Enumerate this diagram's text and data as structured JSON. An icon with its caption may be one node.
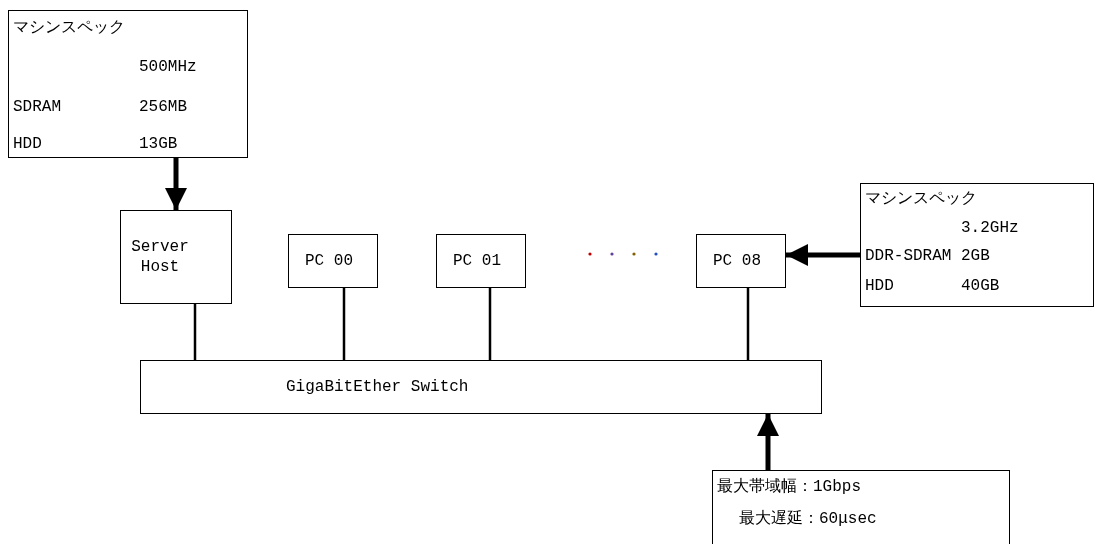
{
  "diagram": {
    "nodes": [
      {
        "text": [
          "マシンスペック",
          "500MHz",
          "SDRAM",
          "256MB",
          "HDD",
          "13GB"
        ]
      },
      {
        "text": [
          "Server Host"
        ]
      },
      {
        "text": [
          "PC 00"
        ]
      },
      {
        "text": [
          "PC 01"
        ]
      },
      {
        "text": [
          "PC 08"
        ]
      },
      {
        "text": [
          "マシンスペック",
          "3.2GHz",
          "DDR-SDRAM",
          "2GB",
          "HDD",
          "40GB"
        ]
      },
      {
        "text": [
          "GigaBitEther Switch"
        ]
      },
      {
        "text": [
          "最大帯域幅：1Gbps",
          "最大遅延：60μsec"
        ]
      }
    ],
    "edges": [
      {
        "from": 0,
        "to": 1,
        "arrow": "to",
        "style": "thick"
      },
      {
        "from": 1,
        "to": 6,
        "arrow": "none"
      },
      {
        "from": 2,
        "to": 6,
        "arrow": "none"
      },
      {
        "from": 3,
        "to": 6,
        "arrow": "none"
      },
      {
        "from": 4,
        "to": 6,
        "arrow": "none"
      },
      {
        "from": 5,
        "to": 4,
        "arrow": "to",
        "style": "thick"
      },
      {
        "from": 7,
        "to": 6,
        "arrow": "to",
        "style": "thick"
      }
    ]
  }
}
